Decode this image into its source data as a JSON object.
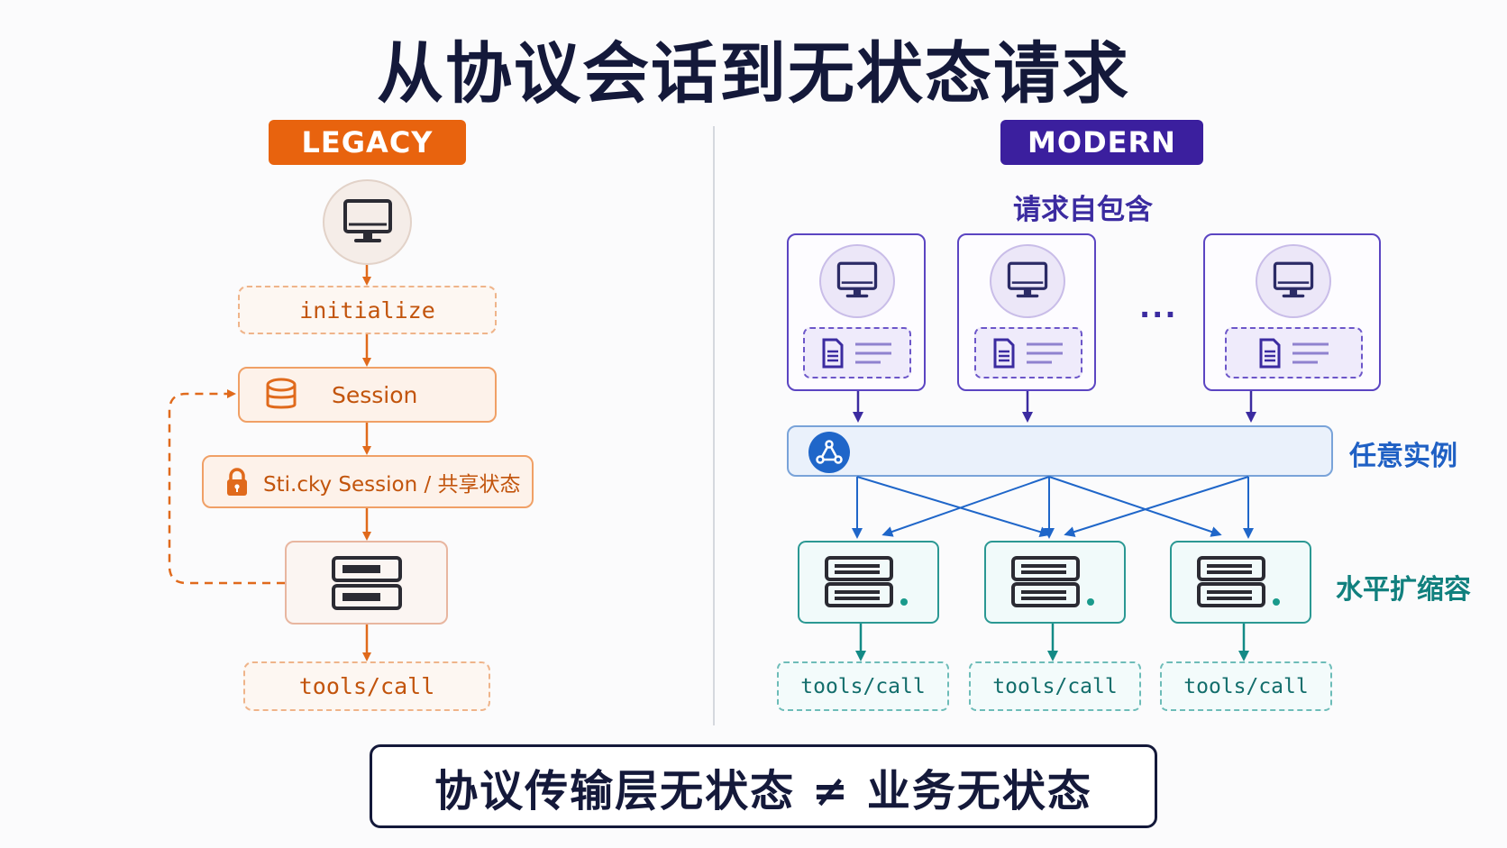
{
  "title": "从协议会话到无状态请求",
  "legacy": {
    "tag": "LEGACY",
    "initialize": "initialize",
    "session": "Session",
    "sticky": "Sti.cky Session / 共享状态",
    "tools_call": "tools/call"
  },
  "modern": {
    "tag": "MODERN",
    "self_contained": "请求自包含",
    "ellipsis": "...",
    "any_instance": "任意实例",
    "horizontal_scaling": "水平扩缩容",
    "tools_calls": [
      "tools/call",
      "tools/call",
      "tools/call"
    ]
  },
  "footer": "协议传输层无状态 ≠ 业务无状态",
  "colors": {
    "legacy_accent": "#e8630e",
    "modern_accent": "#3b1f9e",
    "instance_blue": "#1f66c9",
    "scaling_teal": "#11807e",
    "title_dark": "#14193a"
  },
  "icons": [
    "monitor-icon",
    "database-icon",
    "lock-icon",
    "server-icon",
    "document-icon",
    "network-icon"
  ]
}
